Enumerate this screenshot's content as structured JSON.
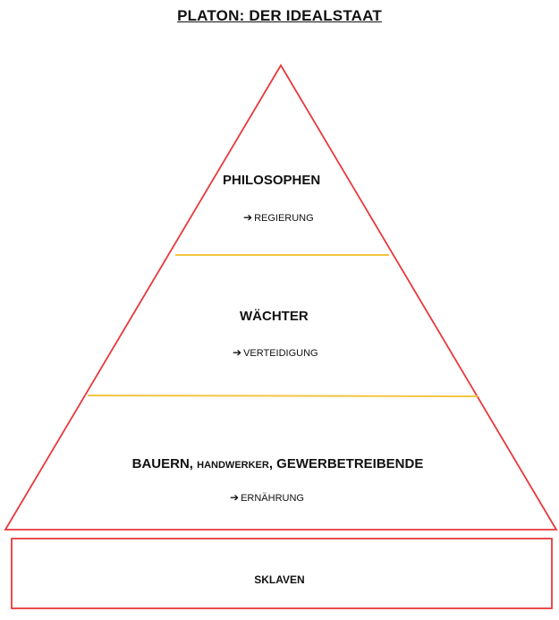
{
  "title": "PLATON: DER IDEALSTAAT",
  "colors": {
    "outline": "#e8383d",
    "divider": "#f4c542",
    "text": "#111111"
  },
  "levels": [
    {
      "name": "PHILOSOPHEN",
      "role": "REGIERUNG"
    },
    {
      "name": "WÄCHTER",
      "role": "VERTEIDIGUNG"
    },
    {
      "name_part1": "BAUERN, ",
      "name_part2": "HANDWERKER",
      "name_part3": ", GEWERBETREIBENDE",
      "role": "ERNÄHRUNG"
    }
  ],
  "base": {
    "name": "SKLAVEN"
  },
  "icons": {
    "arrow": "arrow-right-icon"
  }
}
